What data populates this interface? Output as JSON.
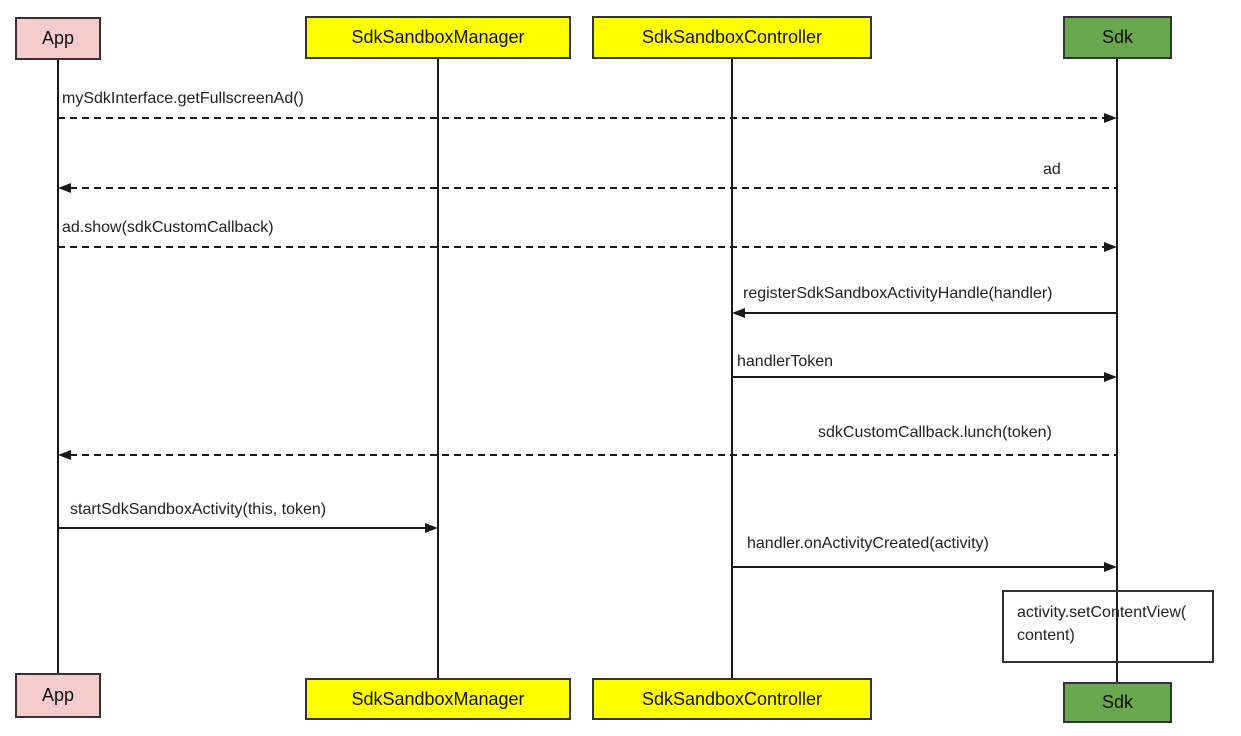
{
  "actors": [
    {
      "label": "App",
      "fill": "#f4cccc"
    },
    {
      "label": "SdkSandboxManager",
      "fill": "#ffff00"
    },
    {
      "label": "SdkSandboxController",
      "fill": "#ffff00"
    },
    {
      "label": "Sdk",
      "fill": "#6aa84f"
    }
  ],
  "messages": [
    {
      "text": "mySdkInterface.getFullscreenAd()",
      "from": "App",
      "to": "Sdk",
      "line_style": "dashed"
    },
    {
      "text": "ad",
      "from": "Sdk",
      "to": "App",
      "line_style": "dashed"
    },
    {
      "text": "ad.show(sdkCustomCallback)",
      "from": "App",
      "to": "Sdk",
      "line_style": "dashed"
    },
    {
      "text": "registerSdkSandboxActivityHandle(handler)",
      "from": "Sdk",
      "to": "SdkSandboxController",
      "line_style": "solid"
    },
    {
      "text": "handlerToken",
      "from": "SdkSandboxController",
      "to": "Sdk",
      "line_style": "solid"
    },
    {
      "text": "sdkCustomCallback.lunch(token)",
      "from": "Sdk",
      "to": "App",
      "line_style": "dashed"
    },
    {
      "text": "startSdkSandboxActivity(this, token)",
      "from": "App",
      "to": "SdkSandboxManager",
      "line_style": "solid"
    },
    {
      "text": "handler.onActivityCreated(activity)",
      "from": "SdkSandboxController",
      "to": "Sdk",
      "line_style": "solid"
    }
  ],
  "note": {
    "line1": "activity.setContentView(",
    "line2": "content)"
  },
  "colors": {
    "app_fill": "#f4cccc",
    "manager_fill": "#ffff00",
    "controller_fill": "#ffff00",
    "sdk_fill": "#6aa84f",
    "box_border": "#333333",
    "line": "#1a1a1a",
    "text": "#222222",
    "background": "#ffffff"
  }
}
